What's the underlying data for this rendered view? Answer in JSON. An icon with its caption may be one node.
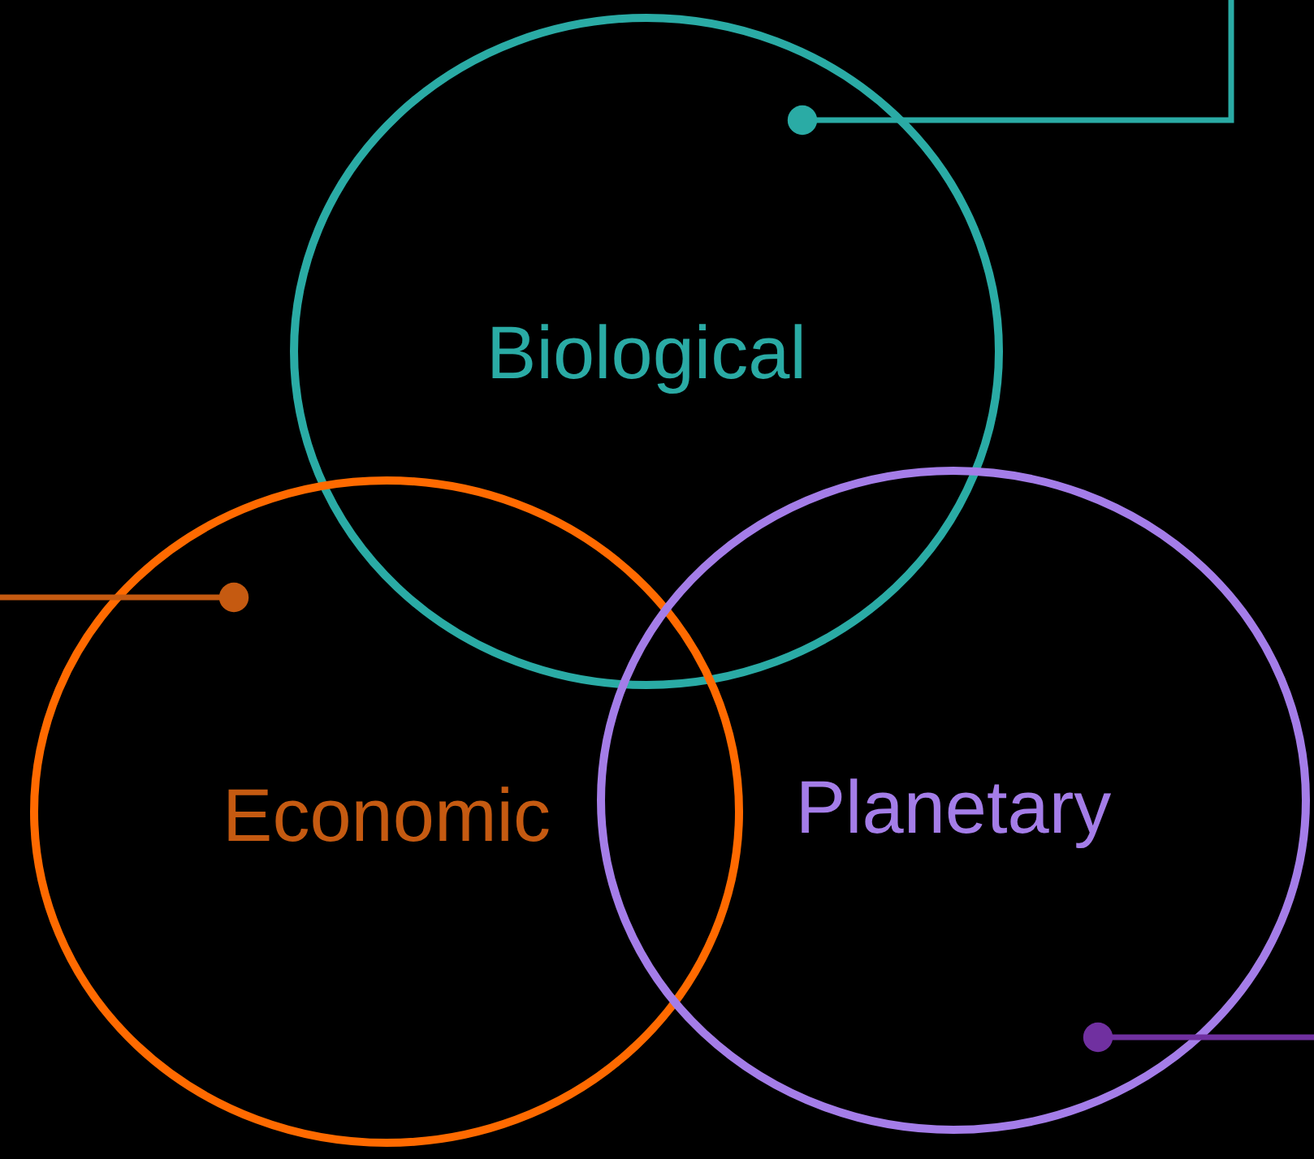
{
  "diagram": {
    "nodes": [
      {
        "text": [
          "Biological"
        ]
      },
      {
        "text": [
          "Economic"
        ]
      },
      {
        "text": [
          "Planetary"
        ]
      }
    ],
    "edges": [
      {
        "from": null,
        "to": 0,
        "arrow": "other",
        "color": "#2aaba5"
      },
      {
        "from": null,
        "to": 1,
        "arrow": "other",
        "color": "#c55a11"
      },
      {
        "from": null,
        "to": 2,
        "arrow": "other",
        "color": "#7030a0"
      }
    ]
  }
}
